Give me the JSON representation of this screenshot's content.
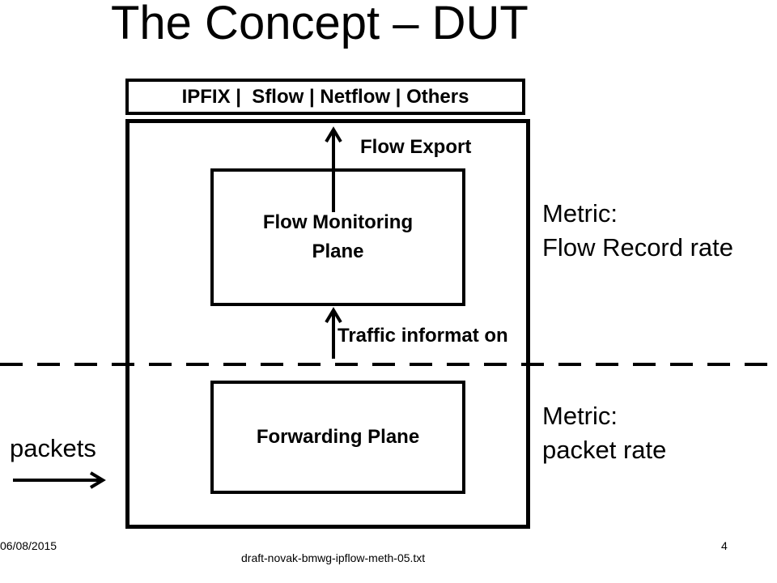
{
  "slide": {
    "title": "The Concept – DUT",
    "header_box_text": "IPFIX |  Sflow | Netflow | Others",
    "flow_monitoring_plane": "Flow Monitoring Plane",
    "forwarding_plane": "Forwarding Plane",
    "flow_export_label": "Flow Export",
    "traffic_information_label": "Traffic informat on",
    "metric_top": "Metric:\nFlow Record rate",
    "metric_bottom": "Metric:\npacket rate",
    "packets_label": "packets"
  },
  "footer": {
    "date": "06/08/2015",
    "filename": "draft-novak-bmwg-ipflow-meth-05.txt",
    "page_number": "4"
  }
}
